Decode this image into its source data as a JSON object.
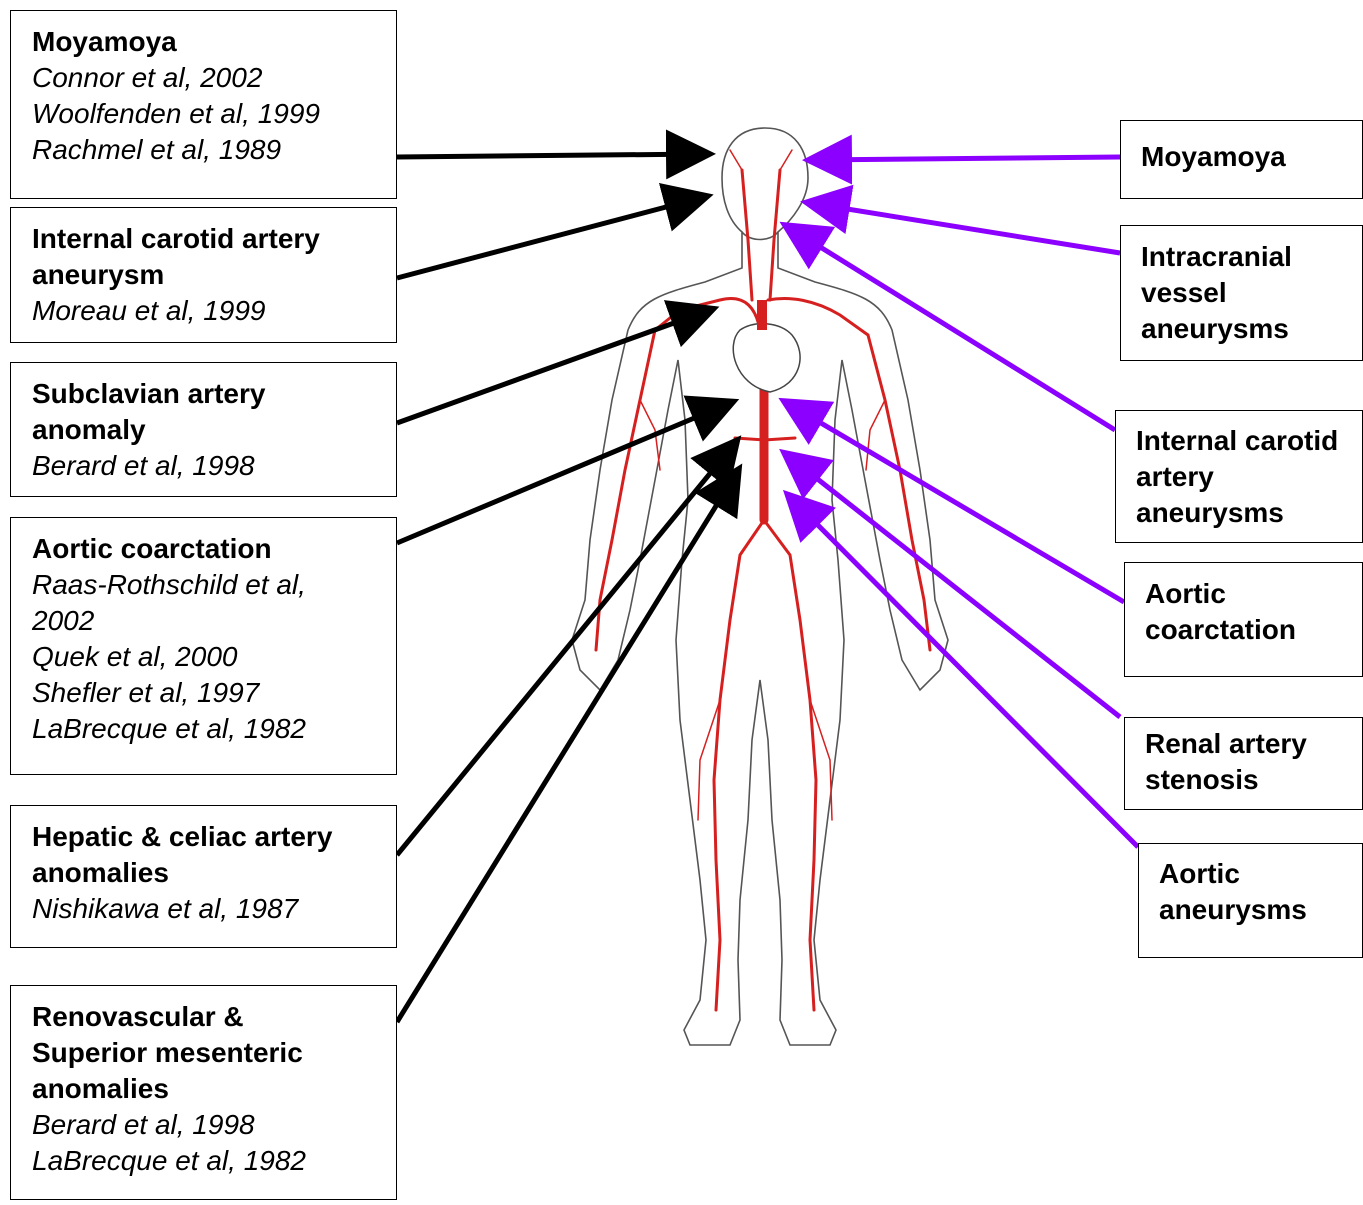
{
  "colors": {
    "left_arrow": "#000000",
    "right_arrow": "#8B00FF",
    "artery": "#D62020",
    "outline": "#555555"
  },
  "figure": {
    "icon": "human-circulatory-system-illustration"
  },
  "left_boxes": [
    {
      "title": "Moyamoya",
      "refs": [
        "Connor et al, 2002",
        "Woolfenden et al, 1999",
        "Rachmel et al, 1989"
      ]
    },
    {
      "title": "Internal carotid artery aneurysm",
      "refs": [
        "Moreau et al, 1999"
      ]
    },
    {
      "title": "Subclavian artery anomaly",
      "refs": [
        "Berard et al, 1998"
      ]
    },
    {
      "title": "Aortic coarctation",
      "refs": [
        "Raas-Rothschild et al, 2002",
        "Quek et al, 2000",
        "Shefler et al, 1997",
        "LaBrecque et al, 1982"
      ]
    },
    {
      "title": "Hepatic & celiac artery anomalies",
      "refs": [
        "Nishikawa et al, 1987"
      ]
    },
    {
      "title": "Renovascular & Superior mesenteric anomalies",
      "refs": [
        "Berard et al, 1998",
        "LaBrecque et al, 1982"
      ]
    }
  ],
  "right_boxes": [
    {
      "title": "Moyamoya"
    },
    {
      "title": "Intracranial vessel aneurysms"
    },
    {
      "title": "Internal carotid artery aneurysms"
    },
    {
      "title": "Aortic coarctation"
    },
    {
      "title": "Renal artery stenosis"
    },
    {
      "title": "Aortic aneurysms"
    }
  ]
}
